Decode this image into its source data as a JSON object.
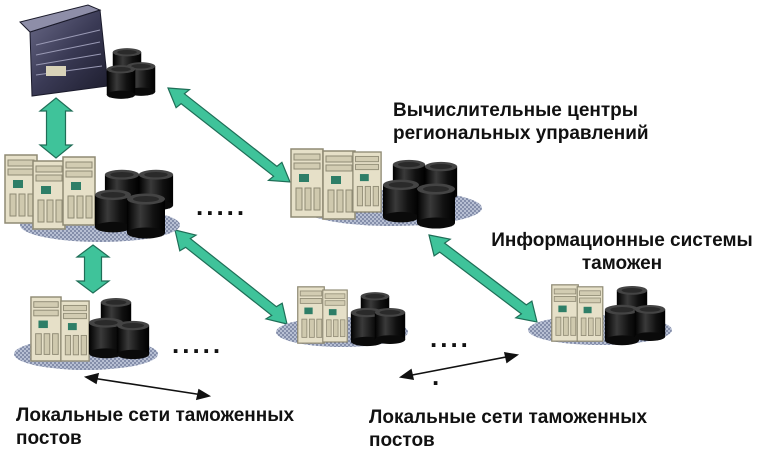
{
  "labels": {
    "regional_centers_line1": "Вычислительные центры",
    "regional_centers_line2": "региональных управлений",
    "customs_systems_line1": "Информационные системы",
    "customs_systems_line2": "таможен",
    "local_networks_left_line1": "Локальные сети таможенных",
    "local_networks_left_line2": "постов",
    "local_networks_right_line1": "Локальные сети таможенных",
    "local_networks_right_line2": "постов"
  },
  "ellipsis": {
    "row1": ".....",
    "row2": ".....",
    "row3": "....",
    "row3_extra": "."
  },
  "colors": {
    "link_arrow": "#3fc39a",
    "link_arrow_outline": "#1f6e57",
    "server_beige": "#e3ddc4",
    "mainframe": "#3a3a55",
    "disk": "#1e1e1e",
    "platform": "#8a96b4"
  }
}
